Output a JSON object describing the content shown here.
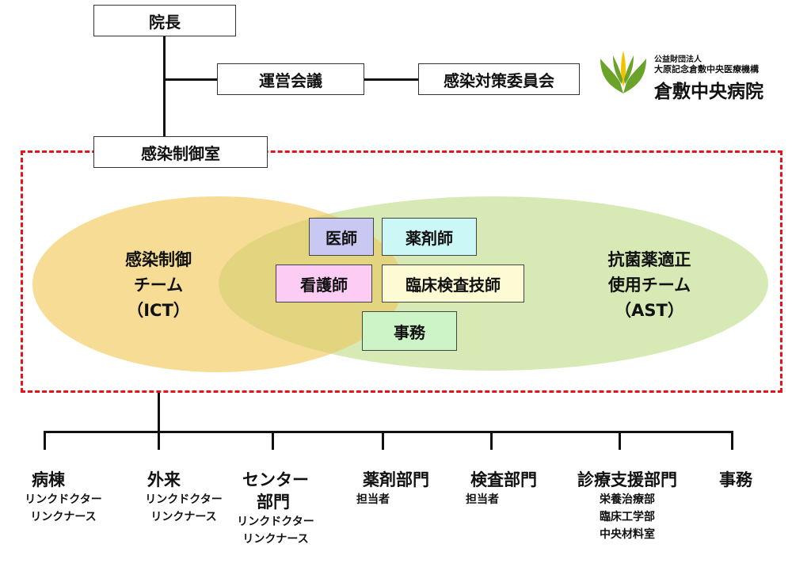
{
  "top": {
    "director": "院長",
    "management_meeting": "運営会議",
    "infection_committee": "感染対策委員会",
    "infection_control_office": "感染制御室"
  },
  "logo": {
    "line1": "公益財団法人",
    "line2": "大原記念倉敷中央医療機構",
    "name": "倉敷中央病院",
    "color": "#6aa22a",
    "accent": "#f2c200"
  },
  "teams": {
    "ict": {
      "line1": "感染制御",
      "line2": "チーム",
      "line3": "（ICT）",
      "color": "#f7dc96"
    },
    "ast": {
      "line1": "抗菌薬適正",
      "line2": "使用チーム",
      "line3": "（AST）",
      "color": "#d7eab5"
    },
    "overlap_color": "#e3d480",
    "frame_color": "#e3141b"
  },
  "roles": {
    "doctor": {
      "label": "医師",
      "color": "#c9c8f2"
    },
    "pharmacist": {
      "label": "薬剤師",
      "color": "#ccf7f7"
    },
    "nurse": {
      "label": "看護師",
      "color": "#fcccf4"
    },
    "lab_tech": {
      "label": "臨床検査技師",
      "color": "#fdfbd3"
    },
    "admin": {
      "label": "事務",
      "color": "#ccf4c7"
    }
  },
  "departments": {
    "ward": {
      "name": "病棟",
      "sub1": "リンクドクター",
      "sub2": "リンクナース"
    },
    "outpatient": {
      "name": "外来",
      "sub1": "リンクドクター",
      "sub2": "リンクナース"
    },
    "center": {
      "name1": "センター",
      "name2": "部門",
      "sub1": "リンクドクター",
      "sub2": "リンクナース"
    },
    "pharmacy": {
      "name": "薬剤部門",
      "sub1": "担当者"
    },
    "laboratory": {
      "name": "検査部門",
      "sub1": "担当者"
    },
    "support": {
      "name": "診療支援部門",
      "sub1": "栄養治療部",
      "sub2": "臨床工学部",
      "sub3": "中央材料室"
    },
    "admin": {
      "name": "事務"
    }
  }
}
